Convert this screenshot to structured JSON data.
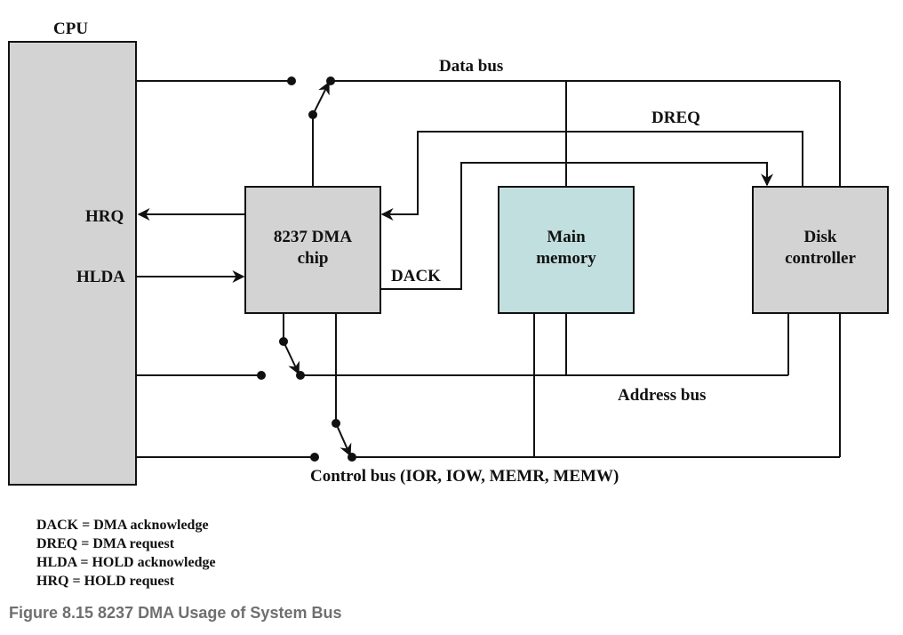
{
  "blocks": {
    "cpu": "CPU",
    "dma_line1": "8237 DMA",
    "dma_line2": "chip",
    "memory_line1": "Main",
    "memory_line2": "memory",
    "disk_line1": "Disk",
    "disk_line2": "controller"
  },
  "signals": {
    "hrq": "HRQ",
    "hlda": "HLDA",
    "dack": "DACK",
    "dreq": "DREQ"
  },
  "buses": {
    "data": "Data bus",
    "address": "Address bus",
    "control": "Control bus (IOR, IOW, MEMR, MEMW)"
  },
  "legend": [
    "DACK = DMA acknowledge",
    "DREQ = DMA request",
    "HLDA = HOLD acknowledge",
    "HRQ = HOLD request"
  ],
  "caption": "Figure 8.15 8237 DMA Usage of System Bus",
  "colors": {
    "block_fill": "#d3d3d3",
    "memory_fill": "#c2dfdf",
    "line": "#111111",
    "caption": "#6f6f6f"
  }
}
